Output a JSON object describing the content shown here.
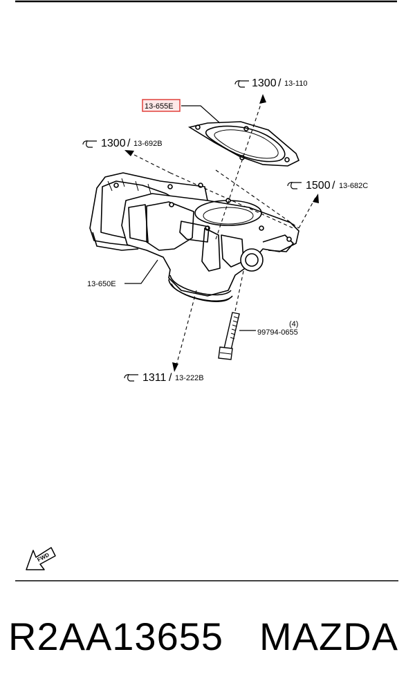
{
  "diagram": {
    "callouts": {
      "gasket_highlighted": "13-655E",
      "top_right": {
        "ref": "1300",
        "sub": "13-110"
      },
      "left": {
        "ref": "1300",
        "sub": "13-692B"
      },
      "right": {
        "ref": "1500",
        "sub": "13-682C"
      },
      "throttle_body": "13-650E",
      "bolt": "99794-0655",
      "bolt_qty": "(4)",
      "bottom": {
        "ref": "1311",
        "sub": "13-222B"
      },
      "fwd_arrow": "FWD"
    },
    "highlight_color": "#e0403c"
  },
  "footer": {
    "part_number": "R2AA13655",
    "brand": "MAZDA"
  }
}
